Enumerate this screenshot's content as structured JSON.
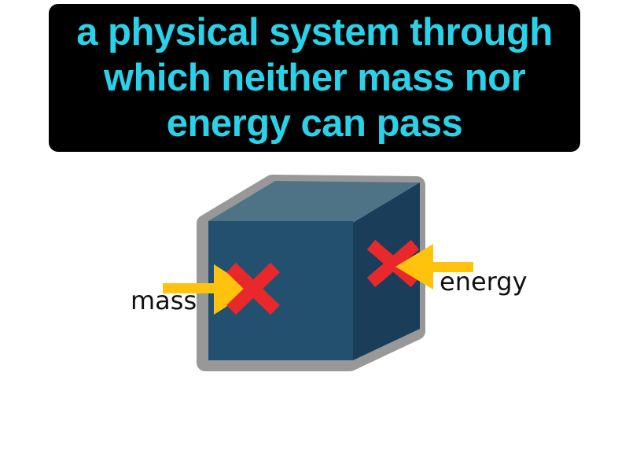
{
  "definition_card": {
    "line1": "a physical system through",
    "line2": "which neither mass nor",
    "line3": "energy can pass",
    "full_text": "a physical system through which neither mass nor energy can pass"
  },
  "diagram": {
    "mass_label": "mass",
    "energy_label": "energy",
    "icons": [
      "cube-closed-system-icon",
      "mass-arrow-icon",
      "energy-arrow-icon",
      "blocked-x-icon"
    ]
  },
  "colors": {
    "card_bg": "#000000",
    "card_text": "#29D2E8",
    "cube_front": "#24506F",
    "cube_top": "#4E7386",
    "cube_right": "#1A3E5A",
    "cube_outline": "#989898",
    "arrow_yellow": "#FFC20D",
    "cross_red": "#E8282B",
    "label_text": "#111111",
    "page_bg": "#FFFFFF"
  }
}
